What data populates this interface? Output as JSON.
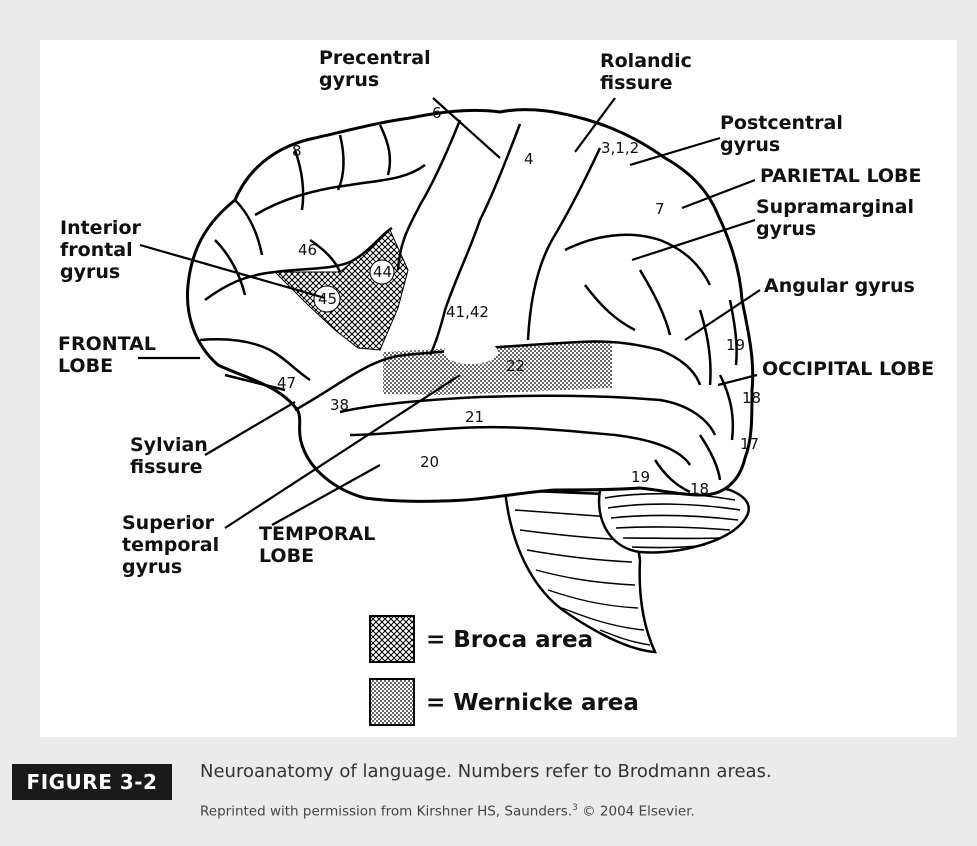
{
  "labels": {
    "precentral_gyrus": [
      "Precentral",
      "gyrus"
    ],
    "rolandic_fissure": [
      "Rolandic",
      "fissure"
    ],
    "postcentral_gyrus": [
      "Postcentral",
      "gyrus"
    ],
    "parietal_lobe": "PARIETAL LOBE",
    "supramarginal_gyrus": [
      "Supramarginal",
      "gyrus"
    ],
    "angular_gyrus": "Angular gyrus",
    "occipital_lobe": "OCCIPITAL LOBE",
    "interior_frontal_gyrus": [
      "Interior",
      "frontal",
      "gyrus"
    ],
    "frontal_lobe": [
      "FRONTAL",
      "LOBE"
    ],
    "sylvian_fissure": [
      "Sylvian",
      "fissure"
    ],
    "superior_temporal_gyrus": [
      "Superior",
      "temporal",
      "gyrus"
    ],
    "temporal_lobe": [
      "TEMPORAL",
      "LOBE"
    ]
  },
  "brodmann_areas": {
    "a6": "6",
    "a8": "8",
    "a4": "4",
    "a312": "3,1,2",
    "a7": "7",
    "a46": "46",
    "a44": "44",
    "a45": "45",
    "a4142": "41,42",
    "a22": "22",
    "a47": "47",
    "a38": "38",
    "a21": "21",
    "a20": "20",
    "a19a": "19",
    "a19b": "19",
    "a18a": "18",
    "a18b": "18",
    "a17": "17"
  },
  "legend": {
    "broca": "= Broca area",
    "wernicke": "= Wernicke area"
  },
  "caption": {
    "badge": "FIGURE 3-2",
    "text": "Neuroanatomy of language. Numbers refer to Brodmann areas.",
    "credit_before": "Reprinted with permission from Kirshner HS, Saunders.",
    "credit_ref": "3",
    "credit_after": " © 2004 Elsevier."
  }
}
